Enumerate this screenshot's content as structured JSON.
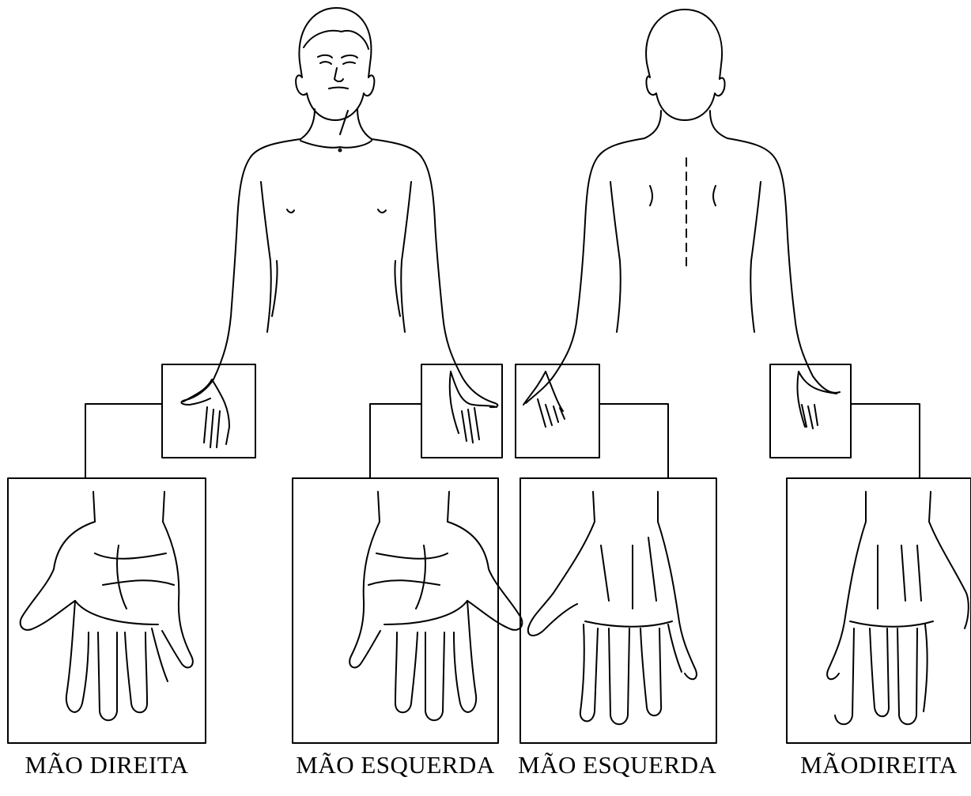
{
  "labels": {
    "front_right_hand": "MÃO DIREITA",
    "front_left_hand": "MÃO ESQUERDA",
    "back_left_hand": "MÃO ESQUERDA",
    "back_right_hand": "MÃODIREITA"
  },
  "colors": {
    "line": "#000000",
    "background": "#ffffff"
  }
}
